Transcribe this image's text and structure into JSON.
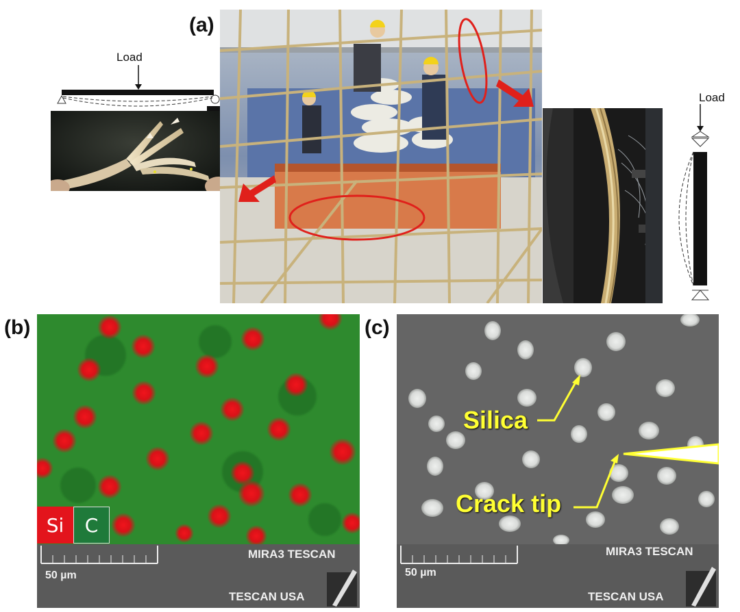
{
  "panels": {
    "a": {
      "label": "(a)",
      "load_left": "Load",
      "load_right": "Load"
    },
    "b": {
      "label": "(b)",
      "legend": {
        "si": "Si",
        "c": "C"
      },
      "instrument": "MIRA3 TESCAN",
      "scale": "50 µm",
      "brand": "TESCAN USA"
    },
    "c": {
      "label": "(c)",
      "annotation_silica": "Silica",
      "annotation_crack": "Crack tip",
      "instrument": "MIRA3 TESCAN",
      "scale": "50 µm",
      "brand": "TESCAN USA"
    }
  },
  "colors": {
    "highlight_red": "#e0201b",
    "annotation_yellow": "#ffff33",
    "eds_green": "#2e8a2e",
    "eds_red": "#e3141c"
  }
}
